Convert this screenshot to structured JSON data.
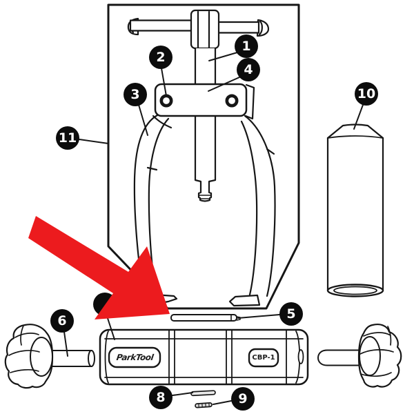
{
  "diagram": {
    "kind": "exploded-parts-diagram",
    "labels": {
      "brand": "ParkTool",
      "model": "CBP-1"
    },
    "callouts": [
      {
        "number": "1"
      },
      {
        "number": "2"
      },
      {
        "number": "3"
      },
      {
        "number": "4"
      },
      {
        "number": "5"
      },
      {
        "number": "6"
      },
      {
        "number": "8"
      },
      {
        "number": "9"
      },
      {
        "number": "10"
      },
      {
        "number": "11"
      }
    ],
    "colors": {
      "arrow": "#EC1B1E",
      "ink": "#161616",
      "callout_bg": "#0C0C0C",
      "callout_text": "#FFFFFF"
    }
  }
}
